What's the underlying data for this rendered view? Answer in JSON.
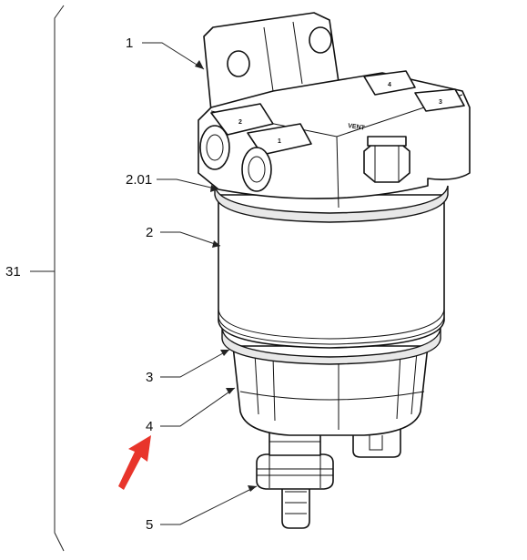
{
  "diagram": {
    "assembly": {
      "number": "31"
    },
    "callouts": [
      {
        "id": "1",
        "text": "1"
      },
      {
        "id": "2.01",
        "text": "2.01"
      },
      {
        "id": "2",
        "text": "2"
      },
      {
        "id": "3",
        "text": "3"
      },
      {
        "id": "4",
        "text": "4"
      },
      {
        "id": "5",
        "text": "5"
      }
    ],
    "head_markings": {
      "vent": "VENT",
      "port_1": "1",
      "port_2": "2",
      "port_3": "3",
      "port_4": "4"
    },
    "highlight_arrow": {
      "color": "#e8352b",
      "points_to": "4"
    },
    "line_color": "#111111"
  }
}
